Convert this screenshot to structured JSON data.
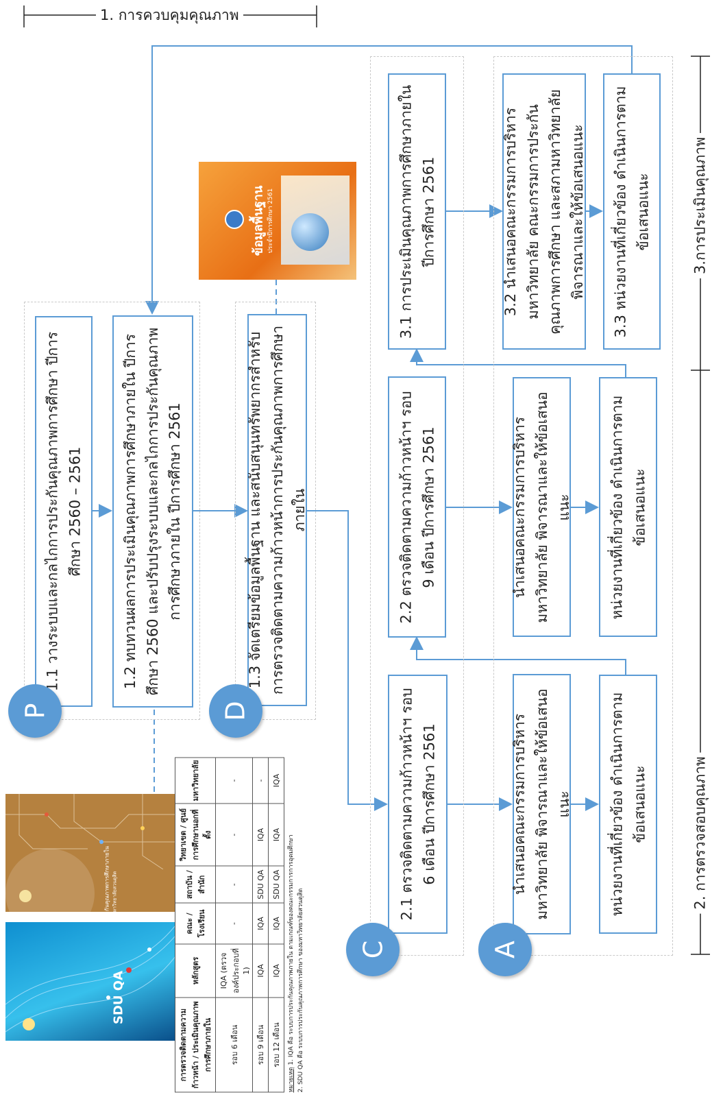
{
  "phases": {
    "control": "1. การควบคุมคุณภาพ",
    "audit": "2. การตรวจสอบคุณภาพ",
    "assess": "3.การประเมินคุณภาพ"
  },
  "pdca": {
    "p": "P",
    "d": "D",
    "c": "C",
    "a": "A"
  },
  "boxes": {
    "b11": "1.1 วางระบบและกลไกการประกันคุณภาพการศึกษา ปีการศึกษา 2560 – 2561",
    "b12": "1.2 ทบทวนผลการประเมินคุณภาพการศึกษาภายใน ปีการศึกษา 2560 และปรับปรุงระบบและกลไกการประกันคุณภาพการศึกษาภายใน ปีการศึกษา 2561",
    "b13": "1.3 จัดเตรียมข้อมูลพื้นฐาน และสนับสนุนทรัพยากรสำหรับการตรวจติดตามความก้าวหน้าการประกันคุณภาพการศึกษาภายใน",
    "b21": "2.1 ตรวจติดตามความก้าวหน้าฯ รอบ 6 เดือน ปีการศึกษา 2561",
    "b21a": "นำเสนอคณะกรรมการบริหารมหาวิทยาลัย พิจารณาและให้ข้อเสนอแนะ",
    "b21b": "หน่วยงานที่เกี่ยวข้อง ดำเนินการตามข้อเสนอแนะ",
    "b22": "2.2 ตรวจติดตามความก้าวหน้าฯ รอบ 9 เดือน ปีการศึกษา 2561",
    "b22a": "นำเสนอคณะกรรมการบริหารมหาวิทยาลัย พิจารณาและให้ข้อเสนอแนะ",
    "b22b": "หน่วยงานที่เกี่ยวข้อง ดำเนินการตามข้อเสนอแนะ",
    "b31": "3.1 การประเมินคุณภาพการศึกษาภายใน ปีการศึกษา 2561",
    "b32": "3.2 นำเสนอคณะกรรมการบริหารมหาวิทยาลัย คณะกรรมการประกันคุณภาพการศึกษา และสภามหาวิทยาลัยพิจารณาและให้ข้อเสนอแนะ",
    "b33": "3.3 หน่วยงานที่เกี่ยวข้อง ดำเนินการตามข้อเสนอแนะ"
  },
  "covers": {
    "data_book_title": "ข้อมูลพื้นฐาน",
    "data_book_sub": "ประจำปีการศึกษา 2561",
    "manual_title": "คู่มือการประกันคุณภาพการศึกษาภายใน",
    "manual_sub": "มหาวิทยาลัยสวนดุสิต",
    "sduqa_title": "SDU QA"
  },
  "table": {
    "headers": [
      "การตรวจติดตามความก้าวหน้า / ประเมินคุณภาพการศึกษาภายใน",
      "หลักสูตร",
      "คณะ / โรงเรียน",
      "สถาบัน / สำนัก",
      "วิทยาเขต / ศูนย์การศึกษานอกที่ตั้ง",
      "มหาวิทยาลัย"
    ],
    "rows": [
      [
        "รอบ 6 เดือน",
        "IQA (ตรวจองค์ประกอบที่ 1)",
        "-",
        "-",
        "-",
        "-"
      ],
      [
        "รอบ 9 เดือน",
        "IQA",
        "IQA",
        "SDU QA",
        "IQA",
        "-"
      ],
      [
        "รอบ 12 เดือน",
        "IQA",
        "IQA",
        "SDU QA",
        "IQA",
        "IQA"
      ]
    ],
    "note_label": "หมายเหตุ",
    "note1": "1. IQA คือ ระบบการประกันคุณภาพภายใน ตามเกณฑ์ของคณะกรรมการการอุดมศึกษา",
    "note2": "2. SDU QA คือ ระบบการประกันคุณภาพการศึกษา ของมหาวิทยาลัยสวนดุสิต"
  },
  "colors": {
    "accent": "#5b9bd5",
    "orange": "#f08a24",
    "brown": "#b5813f",
    "blue": "#1a9fd9"
  }
}
